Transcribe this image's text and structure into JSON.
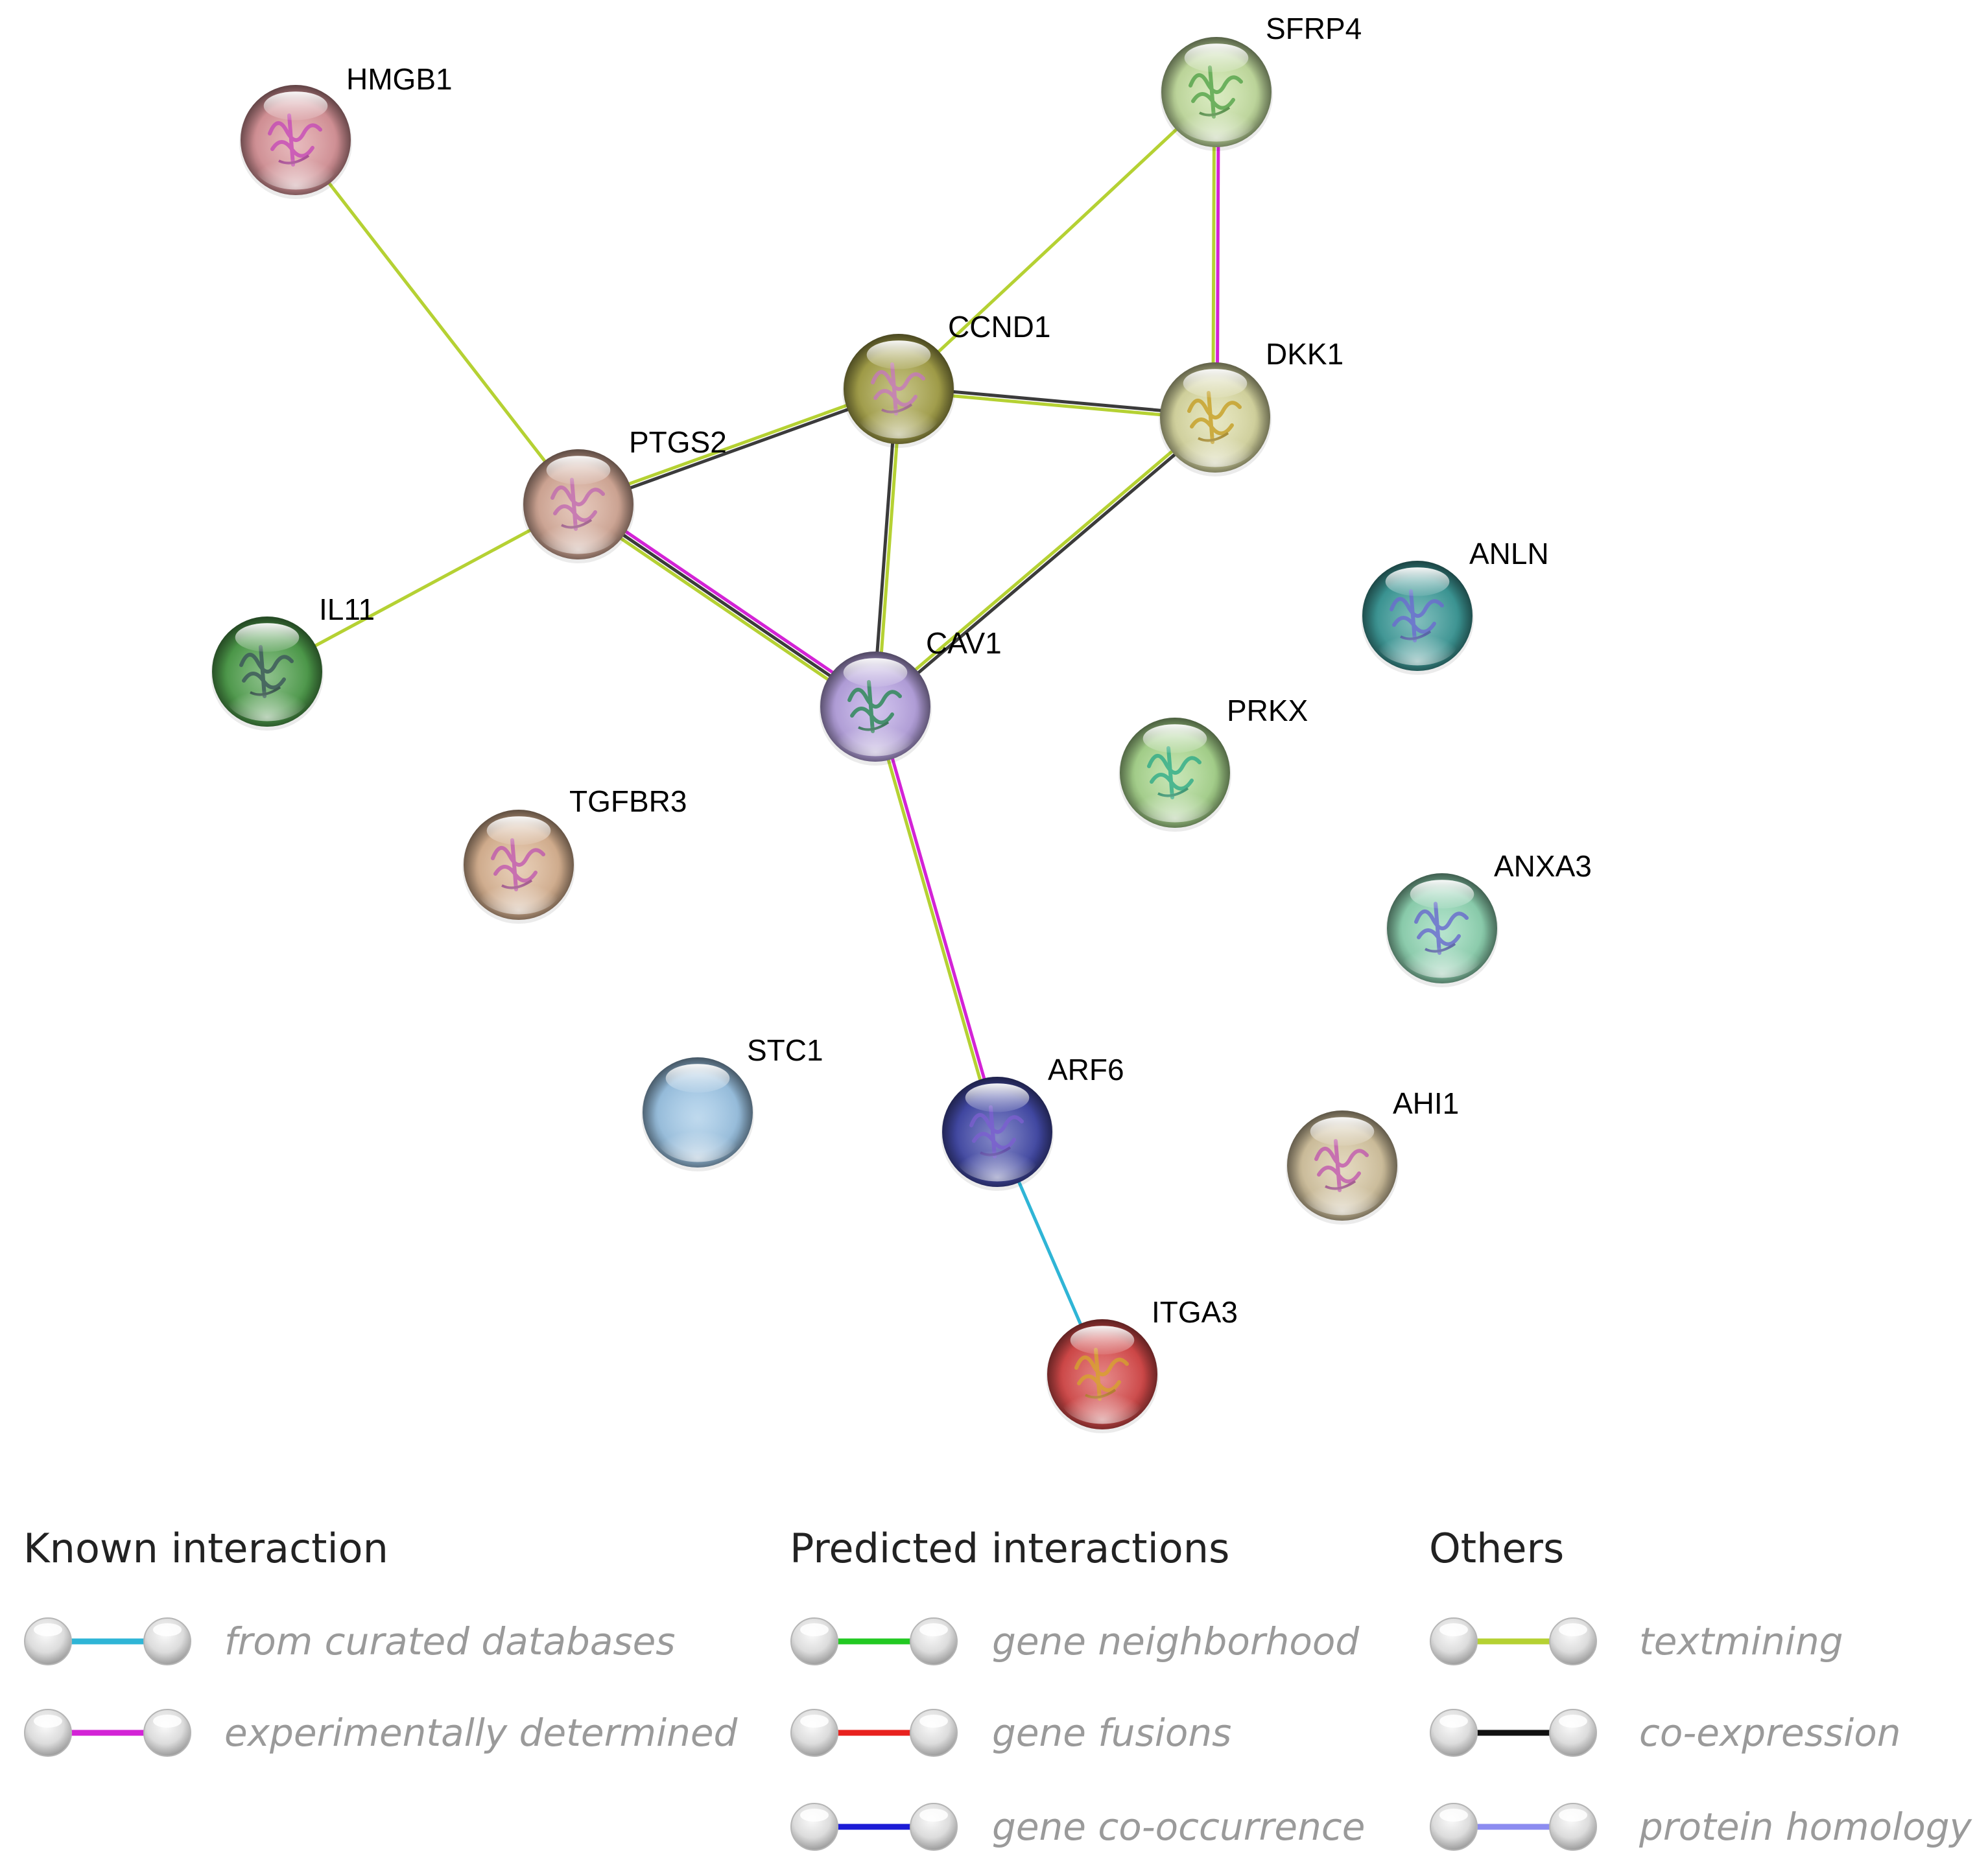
{
  "network": {
    "nodes": [
      {
        "id": "HMGB1",
        "label": "HMGB1",
        "color": "#d9959a",
        "structure": "#c94fb8"
      },
      {
        "id": "SFRP4",
        "label": "SFRP4",
        "color": "#c4dea0",
        "structure": "#5aa84e"
      },
      {
        "id": "CCND1",
        "label": "CCND1",
        "color": "#a6a24a",
        "structure": "#c77cb9"
      },
      {
        "id": "DKK1",
        "label": "DKK1",
        "color": "#d9d9a2",
        "structure": "#c9a32a"
      },
      {
        "id": "PTGS2",
        "label": "PTGS2",
        "color": "#d5aa98",
        "structure": "#c46fb2"
      },
      {
        "id": "IL11",
        "label": "IL11",
        "color": "#4f9e4c",
        "structure": "#3d5a5a"
      },
      {
        "id": "CAV1",
        "label": "CAV1",
        "color": "#b7a3e0",
        "structure": "#2f8a5a"
      },
      {
        "id": "ANLN",
        "label": "ANLN",
        "color": "#3d9a98",
        "structure": "#6b6fd0"
      },
      {
        "id": "PRKX",
        "label": "PRKX",
        "color": "#a9d68e",
        "structure": "#36b08a"
      },
      {
        "id": "TGFBR3",
        "label": "TGFBR3",
        "color": "#d9b392",
        "structure": "#c45fb0"
      },
      {
        "id": "ANXA3",
        "label": "ANXA3",
        "color": "#8fd4b2",
        "structure": "#6b6fd0"
      },
      {
        "id": "STC1",
        "label": "STC1",
        "color": "#9cc4e4",
        "structure": ""
      },
      {
        "id": "ARF6",
        "label": "ARF6",
        "color": "#434aa8",
        "structure": "#7a5fd0"
      },
      {
        "id": "AHI1",
        "label": "AHI1",
        "color": "#d4c4a0",
        "structure": "#c45fb0"
      },
      {
        "id": "ITGA3",
        "label": "ITGA3",
        "color": "#d64a4a",
        "structure": "#d9a030"
      }
    ],
    "edges": [
      {
        "from": "HMGB1",
        "to": "PTGS2",
        "types": [
          "textmining"
        ]
      },
      {
        "from": "SFRP4",
        "to": "CCND1",
        "types": [
          "textmining"
        ]
      },
      {
        "from": "SFRP4",
        "to": "DKK1",
        "types": [
          "experimental",
          "textmining"
        ]
      },
      {
        "from": "CCND1",
        "to": "DKK1",
        "types": [
          "coexpression",
          "textmining"
        ]
      },
      {
        "from": "PTGS2",
        "to": "CCND1",
        "types": [
          "textmining",
          "coexpression"
        ]
      },
      {
        "from": "PTGS2",
        "to": "IL11",
        "types": [
          "textmining"
        ]
      },
      {
        "from": "PTGS2",
        "to": "CAV1",
        "types": [
          "experimental",
          "coexpression",
          "textmining"
        ]
      },
      {
        "from": "CCND1",
        "to": "CAV1",
        "types": [
          "textmining",
          "coexpression"
        ]
      },
      {
        "from": "DKK1",
        "to": "CAV1",
        "types": [
          "coexpression",
          "textmining"
        ]
      },
      {
        "from": "CAV1",
        "to": "ARF6",
        "types": [
          "experimental",
          "textmining"
        ]
      },
      {
        "from": "ARF6",
        "to": "ITGA3",
        "types": [
          "curated"
        ]
      }
    ],
    "edge_colors": {
      "curated": "#2fb5d6",
      "experimental": "#d323d6",
      "textmining": "#b5d133",
      "coexpression": "#3b3b3b"
    }
  },
  "legend": {
    "groups": [
      {
        "heading": "Known interaction",
        "items": [
          {
            "label": "from curated databases",
            "color": "#2fb5d6"
          },
          {
            "label": "experimentally determined",
            "color": "#d323d6"
          }
        ]
      },
      {
        "heading": "Predicted interactions",
        "items": [
          {
            "label": "gene neighborhood",
            "color": "#22c922"
          },
          {
            "label": "gene fusions",
            "color": "#e8211e"
          },
          {
            "label": "gene co-occurrence",
            "color": "#1b1bd6"
          }
        ]
      },
      {
        "heading": "Others",
        "items": [
          {
            "label": "textmining",
            "color": "#b5d133"
          },
          {
            "label": "co-expression",
            "color": "#111111"
          },
          {
            "label": "protein homology",
            "color": "#8c8cf0"
          }
        ]
      }
    ]
  }
}
